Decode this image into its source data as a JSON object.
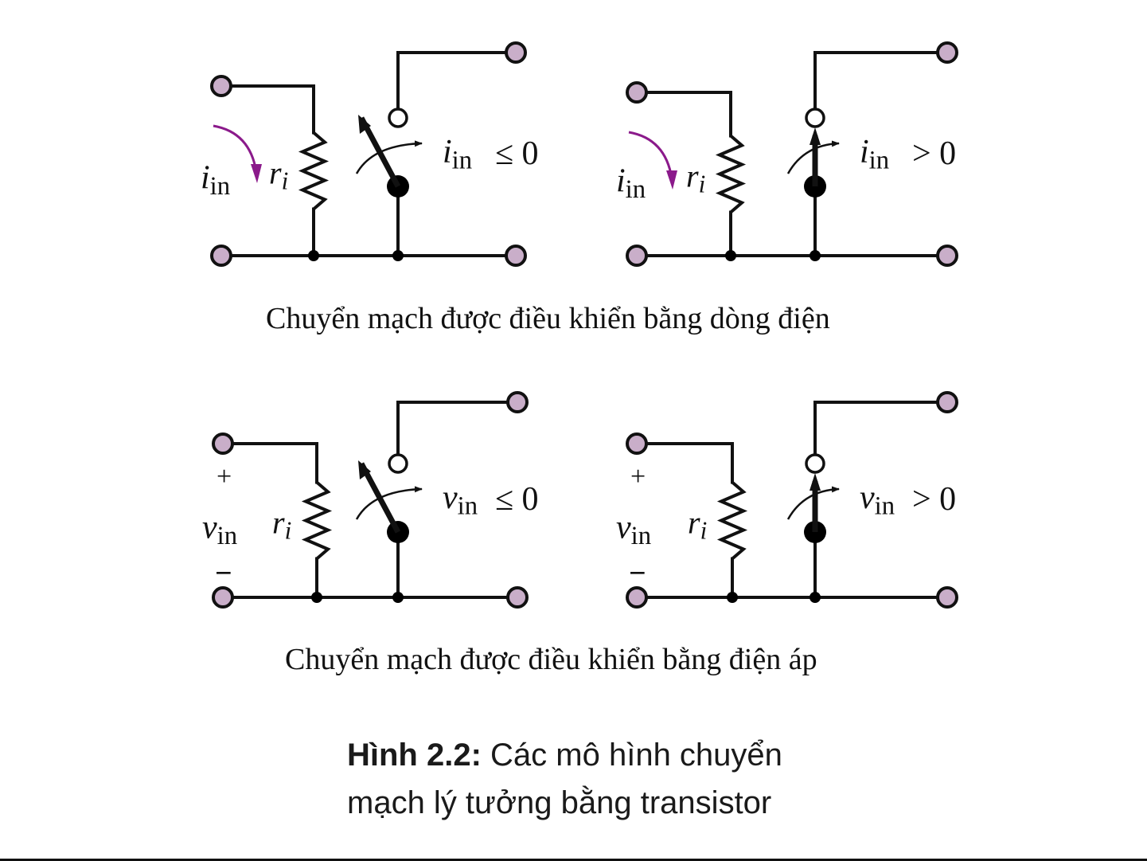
{
  "colors": {
    "terminal_fill": "#c9aec9",
    "current_arrow": "#8b1a8b",
    "line": "#111111"
  },
  "panels": [
    {
      "id": "current-off",
      "input_label": "i",
      "input_sub": "in",
      "resistor_label": "r",
      "resistor_sub": "i",
      "condition_var": "i",
      "condition_sub": "in",
      "condition_rel": "≤ 0",
      "switch_state": "open",
      "input_type": "current"
    },
    {
      "id": "current-on",
      "input_label": "i",
      "input_sub": "in",
      "resistor_label": "r",
      "resistor_sub": "i",
      "condition_var": "i",
      "condition_sub": "in",
      "condition_rel": "> 0",
      "switch_state": "closed",
      "input_type": "current"
    },
    {
      "id": "voltage-off",
      "input_label": "v",
      "input_sub": "in",
      "resistor_label": "r",
      "resistor_sub": "i",
      "condition_var": "v",
      "condition_sub": "in",
      "condition_rel": "≤ 0",
      "switch_state": "open",
      "input_type": "voltage",
      "plus": "+",
      "minus": "−"
    },
    {
      "id": "voltage-on",
      "input_label": "v",
      "input_sub": "in",
      "resistor_label": "r",
      "resistor_sub": "i",
      "condition_var": "v",
      "condition_sub": "in",
      "condition_rel": "> 0",
      "switch_state": "closed",
      "input_type": "voltage",
      "plus": "+",
      "minus": "−"
    }
  ],
  "captions": {
    "current_controlled": "Chuyển mạch được điều khiển bằng dòng điện",
    "voltage_controlled": "Chuyển mạch được điều khiển bằng điện áp"
  },
  "figure": {
    "number": "Hình 2.2:",
    "title_line1": "Các mô hình chuyển",
    "title_line2": "mạch lý tưởng bằng transistor"
  }
}
